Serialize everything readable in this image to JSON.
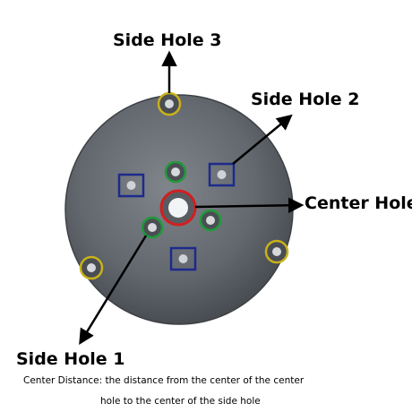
{
  "labels": {
    "side_hole_3": "Side Hole 3",
    "side_hole_2": "Side Hole 2",
    "center_hole": "Center Hole",
    "side_hole_1": "Side Hole 1"
  },
  "note": {
    "line1": "Center Distance: the distance from the center of the center",
    "line2": "hole to the center of the side hole"
  },
  "colors": {
    "disc": "#5f6368",
    "disc_edge": "#3d4044",
    "center_ring": "#d11f1f",
    "inner_ring": "#1f9a3a",
    "side_ring": "#c9b21a",
    "square_mark": "#1d2a8c",
    "arrow": "#000000"
  }
}
